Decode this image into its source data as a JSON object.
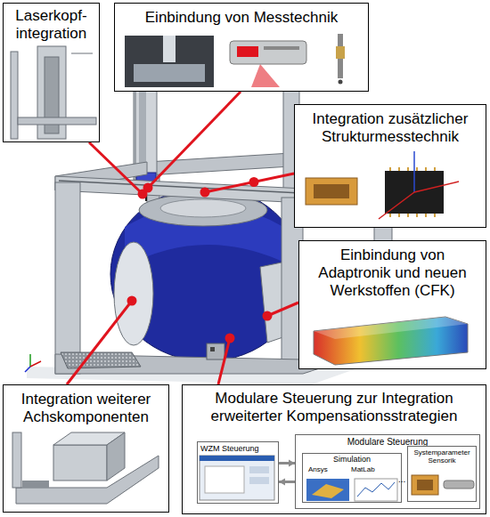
{
  "diagram": {
    "nodes": [
      {
        "text": [
          "Laserkopf- integration"
        ]
      },
      {
        "text": [
          "Einbindung von Messtechnik"
        ]
      },
      {
        "text": [
          "Integration zusätzlicher Strukturmesstechnik"
        ]
      },
      {
        "text": [
          "Einbindung von Adaptronik und neuen Werkstoffen (CFK)"
        ]
      },
      {
        "text": [
          "Integration weiterer Achskomponenten"
        ]
      },
      {
        "text": [
          "Modulare Steuerung zur Integration erweiterter Kompensationsstrategien"
        ]
      },
      {
        "text": [
          "WZM Steuerung"
        ],
        "in": 5
      },
      {
        "text": [
          "Modulare Steuerung"
        ],
        "in": 5
      },
      {
        "text": [
          "Simulation",
          "Ansys",
          "MatLab"
        ],
        "in": 7
      },
      {
        "text": [
          "Systemparameter Sensorik"
        ],
        "in": 7
      }
    ],
    "edges": [
      {
        "from": 6,
        "to": 7,
        "arrow": "to"
      },
      {
        "from": 7,
        "to": 6,
        "arrow": "to"
      }
    ],
    "labels": [
      "..."
    ]
  }
}
